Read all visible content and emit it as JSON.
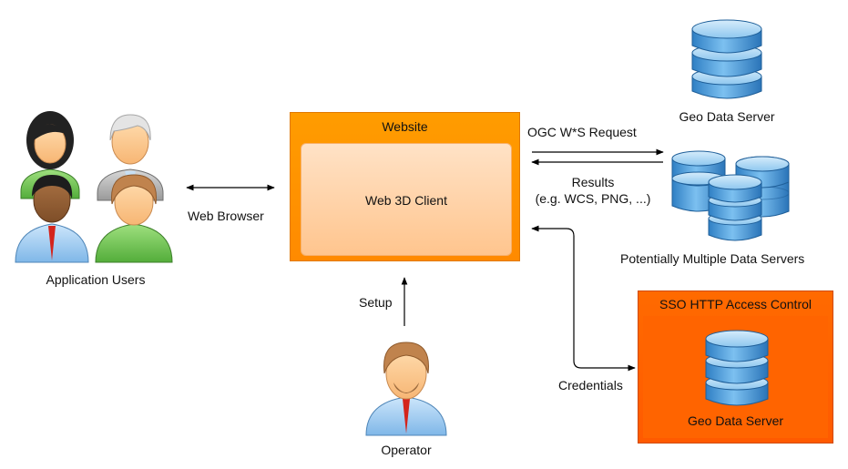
{
  "groups": {
    "users_label": "Application Users",
    "operator_label": "Operator"
  },
  "website": {
    "title": "Website",
    "client_label": "Web 3D Client"
  },
  "servers": {
    "single_label": "Geo Data Server",
    "multiple_label": "Potentially Multiple Data Servers"
  },
  "sso": {
    "title": "SSO HTTP Access Control",
    "server_label": "Geo Data Server"
  },
  "connections": {
    "browser": "Web Browser",
    "request": "OGC W*S Request",
    "results_line1": "Results",
    "results_line2": "(e.g. WCS, PNG, ...)",
    "setup": "Setup",
    "credentials": "Credentials"
  },
  "colors": {
    "website_orange": "#ff9200",
    "client_peach": "#ffd2a6",
    "sso_orange": "#ff6000",
    "db_blue": "#5aa6e0"
  }
}
